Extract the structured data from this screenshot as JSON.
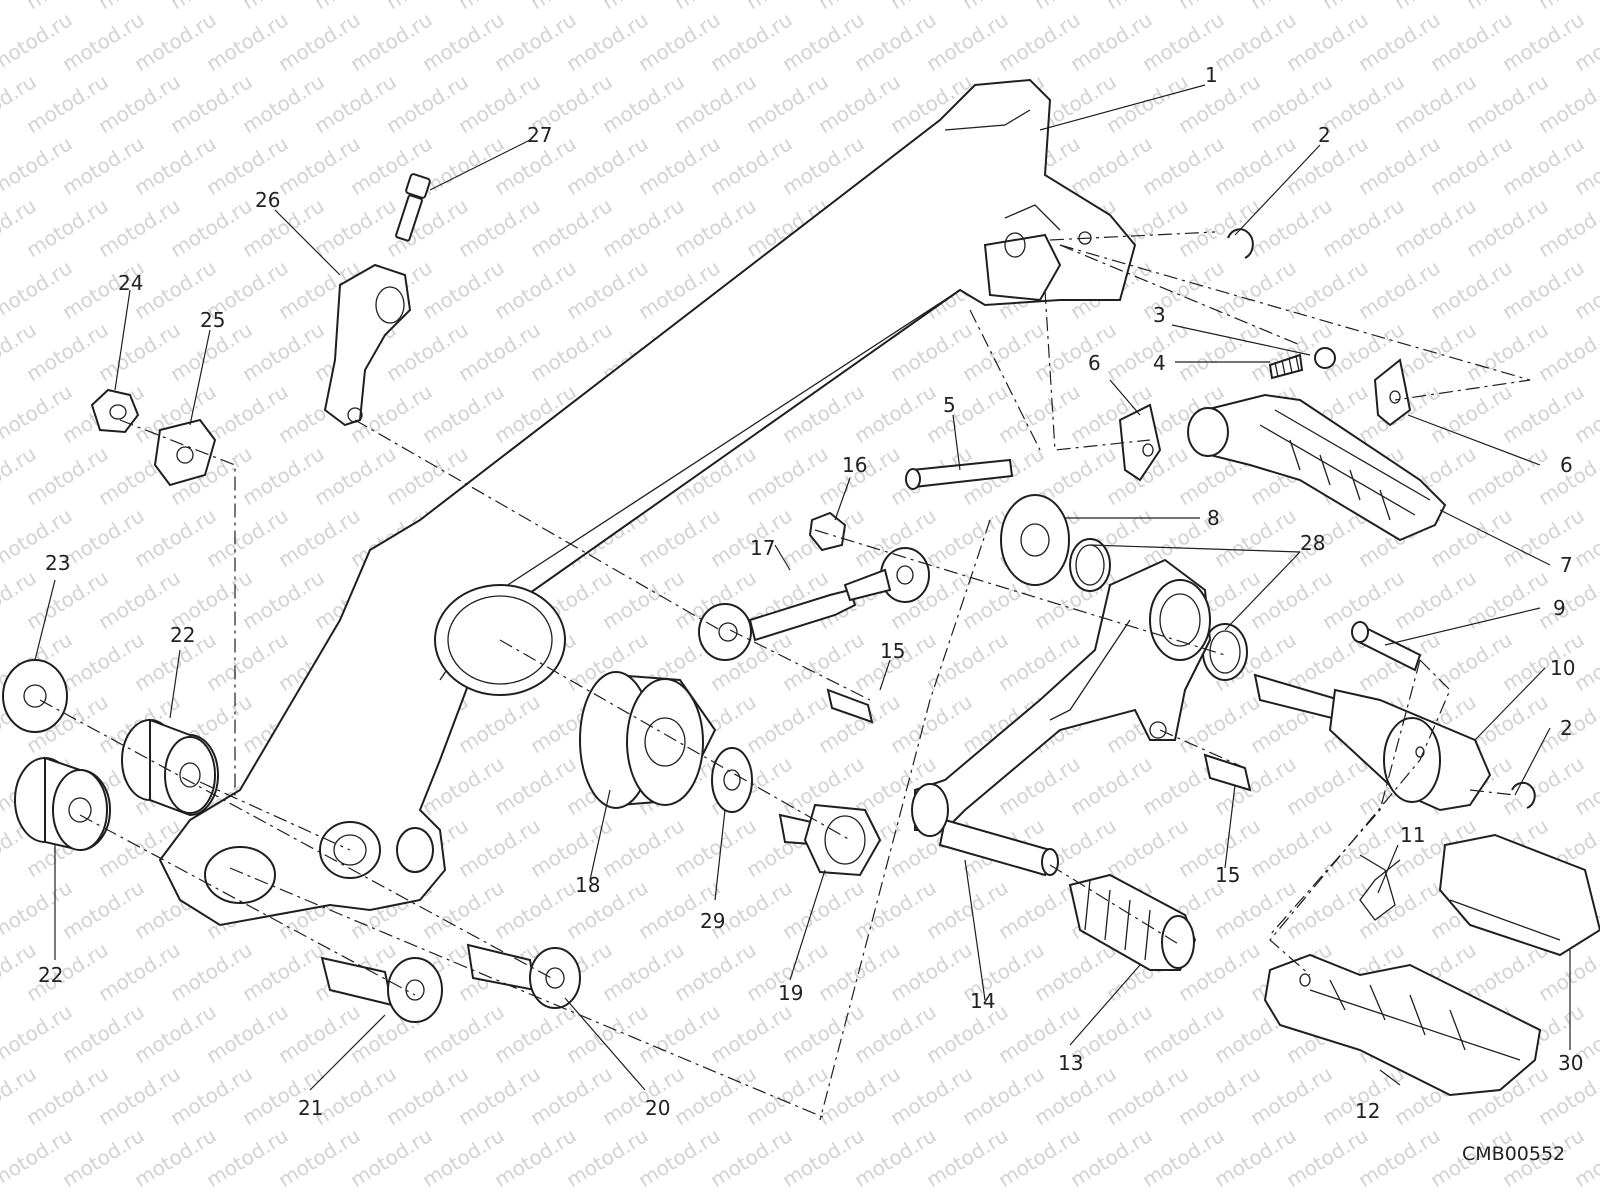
{
  "watermark": "motod.ru",
  "drawing_code": "CMB00552",
  "callouts": [
    "1",
    "2",
    "3",
    "4",
    "5",
    "6",
    "6",
    "7",
    "8",
    "28",
    "9",
    "10",
    "2",
    "11",
    "12",
    "30",
    "13",
    "14",
    "15",
    "15",
    "16",
    "17",
    "18",
    "29",
    "19",
    "20",
    "21",
    "22",
    "22",
    "23",
    "24",
    "25",
    "26",
    "27"
  ],
  "colors": {
    "line": "#1f1f1f",
    "watermark": "#d2d2d2",
    "background": "#ffffff"
  }
}
